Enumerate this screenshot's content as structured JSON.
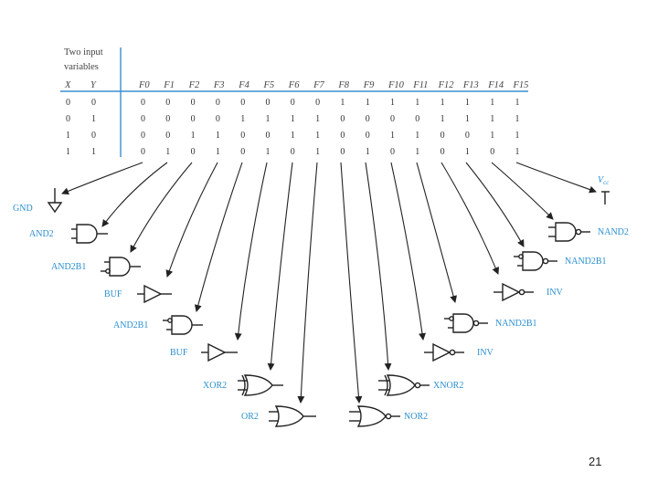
{
  "table": {
    "title_line1": "Two input",
    "title_line2": "variables",
    "x_header": "X",
    "y_header": "Y",
    "function_headers": [
      "F0",
      "F1",
      "F2",
      "F3",
      "F4",
      "F5",
      "F6",
      "F7",
      "F8",
      "F9",
      "F10",
      "F11",
      "F12",
      "F13",
      "F14",
      "F15"
    ],
    "rows": [
      {
        "x": "0",
        "y": "0",
        "f": [
          "0",
          "0",
          "0",
          "0",
          "0",
          "0",
          "0",
          "0",
          "1",
          "1",
          "1",
          "1",
          "1",
          "1",
          "1",
          "1"
        ]
      },
      {
        "x": "0",
        "y": "1",
        "f": [
          "0",
          "0",
          "0",
          "0",
          "1",
          "1",
          "1",
          "1",
          "0",
          "0",
          "0",
          "0",
          "1",
          "1",
          "1",
          "1"
        ]
      },
      {
        "x": "1",
        "y": "0",
        "f": [
          "0",
          "0",
          "1",
          "1",
          "0",
          "0",
          "1",
          "1",
          "0",
          "0",
          "1",
          "1",
          "0",
          "0",
          "1",
          "1"
        ]
      },
      {
        "x": "1",
        "y": "1",
        "f": [
          "0",
          "1",
          "0",
          "1",
          "0",
          "1",
          "0",
          "1",
          "0",
          "1",
          "0",
          "1",
          "0",
          "1",
          "0",
          "1"
        ]
      }
    ]
  },
  "gates": {
    "gnd": "GND",
    "vcc": "V",
    "vcc_sub": "cc",
    "f1": "AND2",
    "f2": "AND2B1",
    "f3": "BUF",
    "f4": "AND2B1",
    "f5": "BUF",
    "f6": "XOR2",
    "f7": "OR2",
    "f8": "NOR2",
    "f9": "XNOR2",
    "f10": "INV",
    "f11": "NAND2B1",
    "f12": "INV",
    "f13": "NAND2B1",
    "f14": "NAND2"
  },
  "colors": {
    "label_blue": "#2b8fce",
    "table_rule": "#3a8fd0",
    "ink": "#222222"
  },
  "slide_number": "21"
}
